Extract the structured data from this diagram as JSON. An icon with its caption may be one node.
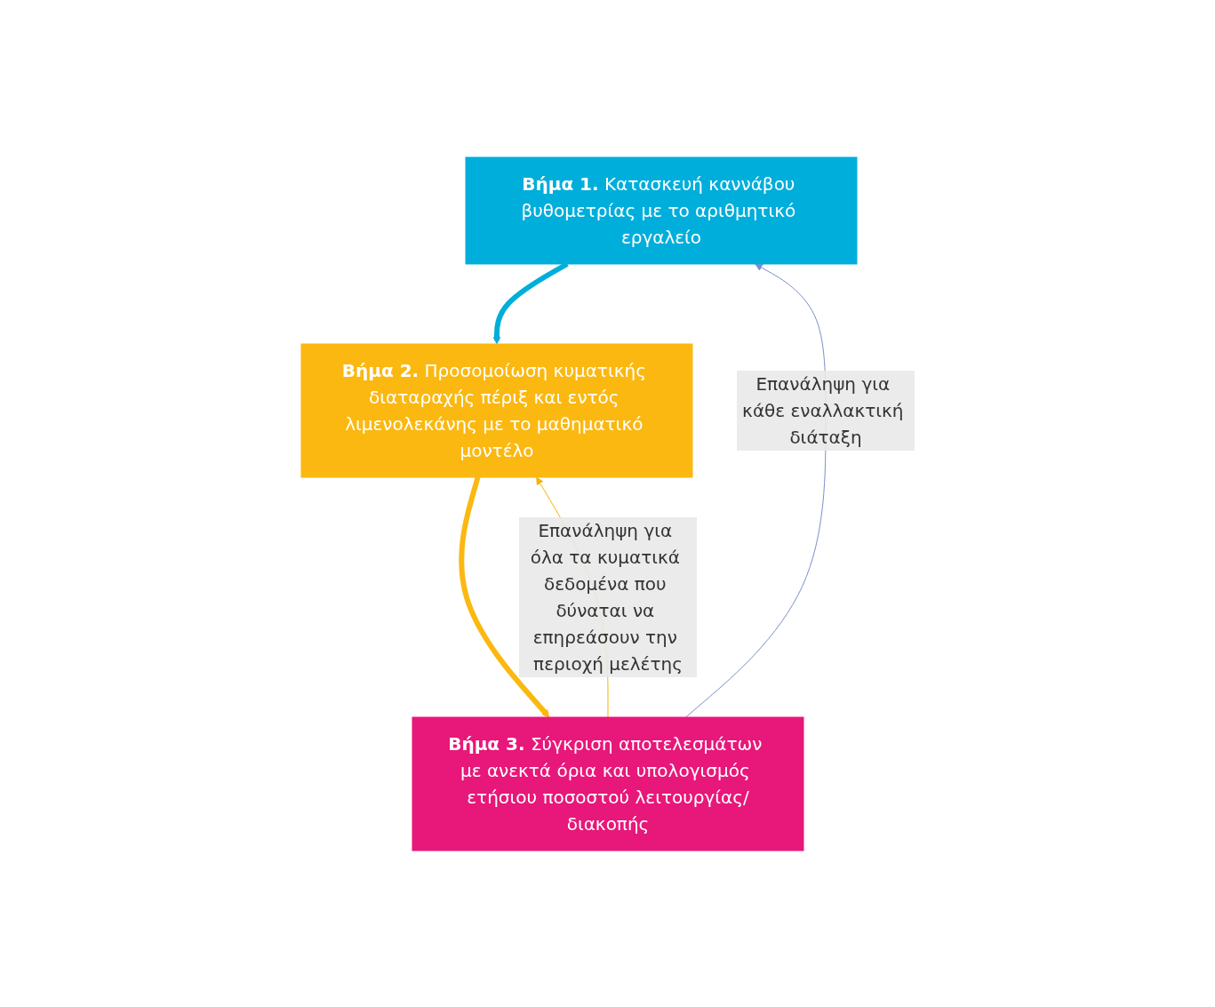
{
  "diagram": {
    "nodes": [
      {
        "text": [
          "Βήμα 1.",
          "Κατασκευή καννάβου βυθομετρίας με το αριθμητικό εργαλείο"
        ]
      },
      {
        "text": [
          "Βήμα 2.",
          "Προσομοίωση κυματικής διαταραχής πέριξ και εντός λιμενολεκάνης με το μαθηματικό μοντέλο"
        ]
      },
      {
        "text": [
          "Βήμα 3.",
          "Σύγκριση αποτελεσμάτων με ανεκτά όρια και υπολογισμός ετήσιου ποσοστού λειτουργίας/διακοπής"
        ]
      }
    ],
    "edges": [
      {
        "from": 0,
        "to": 1,
        "arrow": "to",
        "style": "thick",
        "color": "#00aedb"
      },
      {
        "from": 1,
        "to": 2,
        "arrow": "to",
        "style": "thick",
        "color": "#fbb811"
      },
      {
        "from": 2,
        "to": 0,
        "arrow": "to",
        "label": "Επανάληψη για κάθε εναλλακτική διάταξη",
        "color": "#7b8fcb"
      },
      {
        "from": 2,
        "to": 1,
        "arrow": "to",
        "label": "Επανάληψη για όλα τα κυματικά δεδομένα που δύναται να επηρεάσουν την περιοχή μελέτης",
        "color": "#f5b400"
      }
    ]
  }
}
